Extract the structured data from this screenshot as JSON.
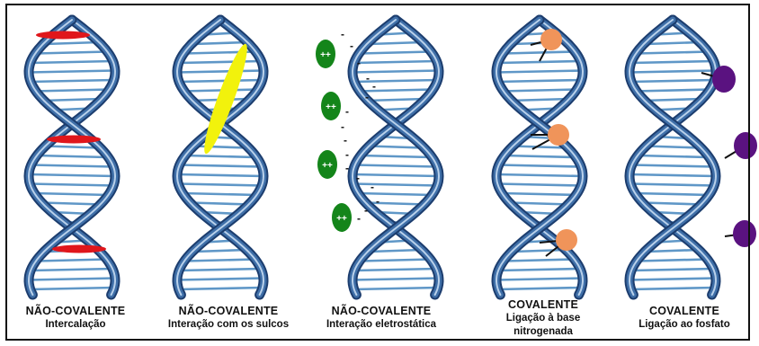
{
  "colors": {
    "strand_dark": "#1c3d6e",
    "strand_mid": "#3f6fa8",
    "strand_light": "#cfe3f7",
    "rung": "#5f97c7",
    "intercalator": "#e0161b",
    "groove_binder": "#f2f20c",
    "electrostatic": "#14851a",
    "base_adduct": "#f0945a",
    "phosphate_adduct": "#5a1280"
  },
  "panels": [
    {
      "label": "NÃO-COVALENTE",
      "sublabel": "Intercalação"
    },
    {
      "label": "NÃO-COVALENTE",
      "sublabel": "Interação com os sulcos"
    },
    {
      "label": "NÃO-COVALENTE",
      "sublabel": "Interação eletrostática"
    },
    {
      "label": "COVALENTE",
      "sublabel": "Ligação à base",
      "sublabel2": "nitrogenada"
    },
    {
      "label": "COVALENTE",
      "sublabel": "Ligação ao fosfato"
    }
  ],
  "glyphs": {
    "plus": "+",
    "minus": "-"
  }
}
